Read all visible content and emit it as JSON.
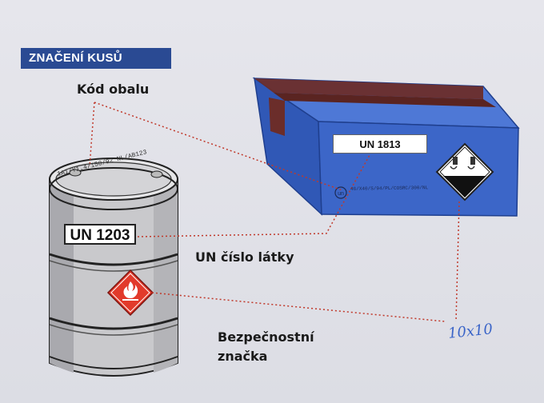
{
  "section": {
    "title": "ZNAČENÍ KUSŮ"
  },
  "labels": {
    "package_code": "Kód obalu",
    "un_number": "UN číslo látky",
    "safety_mark_line1": "Bezpečnostní",
    "safety_mark_line2": "značka"
  },
  "barrel": {
    "un_label": "UN 1203",
    "code_text": "1A1/Y1.4/150/92 NL/AB123",
    "icon": "flammable-diamond-icon"
  },
  "box": {
    "un_label": "UN 1813",
    "code_text": "4G/X40/S/94/PL/COSRC/300/NL",
    "icon": "corrosive-diamond-icon"
  },
  "annotation": {
    "handwritten": "10x10"
  },
  "colors": {
    "header_bg": "#2a4a93",
    "box_blue": "#3b66c8",
    "tape": "#6b2d2a",
    "leader_line": "#c0392b",
    "flammable_red": "#e23a2b"
  }
}
